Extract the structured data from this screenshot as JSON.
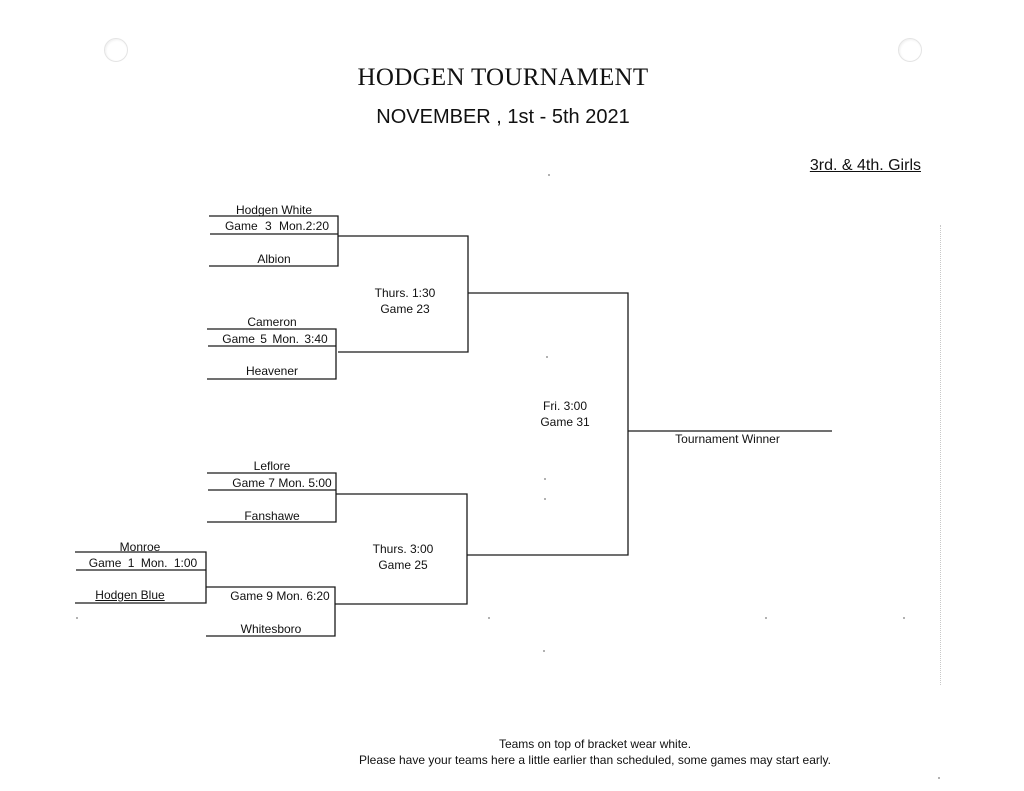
{
  "header": {
    "title": "HODGEN TOURNAMENT",
    "dates": "NOVEMBER , 1st - 5th 2021",
    "division": "3rd. & 4th. Girls"
  },
  "bracket": {
    "first_round": [
      {
        "team": "Hodgen White",
        "game": "Game 3 Mon.2:20",
        "opponent": "Albion"
      },
      {
        "team": "Cameron",
        "game": "Game 5 Mon. 3:40",
        "opponent": "Heavener"
      },
      {
        "team": "Leflore",
        "game": "Game 7 Mon. 5:00",
        "opponent": "Fanshawe"
      },
      {
        "team": "Game 9 Mon. 6:20",
        "opponent": "Whitesboro"
      }
    ],
    "play_in": {
      "team_top": "Monroe",
      "game": "Game 1 Mon. 1:00",
      "team_bottom": "Hodgen Blue"
    },
    "semifinals": [
      {
        "time": "Thurs. 1:30",
        "game": "Game 23"
      },
      {
        "time": "Thurs. 3:00",
        "game": "Game 25"
      }
    ],
    "final": {
      "time": "Fri. 3:00",
      "game": "Game 31"
    },
    "winner_label": "Tournament Winner"
  },
  "footer": {
    "line1": "Teams on top of bracket wear white.",
    "line2": "Please have your teams here a little earlier than scheduled, some games may start early."
  }
}
